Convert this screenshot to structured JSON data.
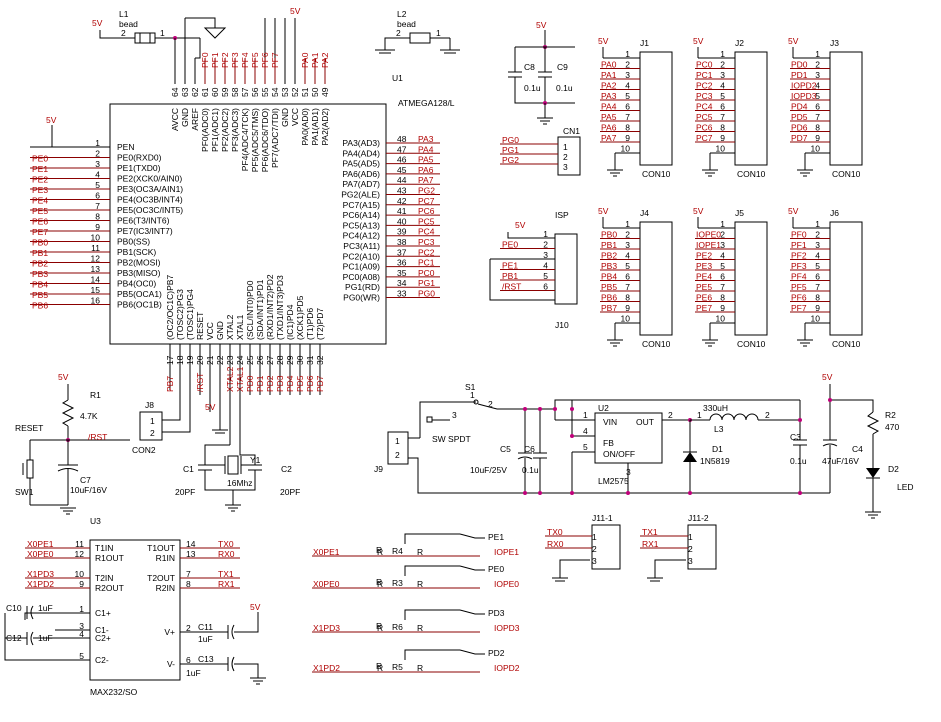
{
  "labels": {
    "v5": "5V",
    "gnd_hint": "",
    "l1_ref": "L1",
    "l1_val": "bead",
    "l2_ref": "L2",
    "l2_val": "bead",
    "u1_ref": "U1",
    "u1_name": "ATMEGA128/L",
    "c8": "C8",
    "c9": "C9",
    "c8_val": "0.1u",
    "c9_val": "0.1u",
    "j1": "J1",
    "j2": "J2",
    "j3": "J3",
    "j4": "J4",
    "j5": "J5",
    "j6": "J6",
    "con10": "CON10",
    "cn1": "CN1",
    "isp": "ISP",
    "j10": "J10",
    "reset": "RESET",
    "r1": "R1",
    "r1_val": "4.7K",
    "rst_net": "/RST",
    "c7": "C7",
    "c7_val": "10uF/16V",
    "sw1": "SW1",
    "j8": "J8",
    "con2": "CON2",
    "c1": "C1",
    "c2": "C2",
    "c1_val": "20PF",
    "c2_val": "20PF",
    "y1": "Y1",
    "y1_val": "16Mhz",
    "s1": "S1",
    "sw_spdt": "SW SPDT",
    "j9": "J9",
    "u2": "U2",
    "u2_name": "LM2575",
    "l3": "L3",
    "l3_val": "330uH",
    "d1": "D1",
    "d1_val": "1N5819",
    "c5": "C5",
    "c5_val": "10uF/25V",
    "c6": "C6",
    "c6_val": "0.1u",
    "c3": "C3",
    "c3_val": "0.1u",
    "c4": "C4",
    "c4_val": "47uF/16V",
    "r2": "R2",
    "r2_val": "470",
    "d2": "D2",
    "led": "LED",
    "u2_vin": "VIN",
    "u2_out": "OUT",
    "u2_fb": "FB",
    "u2_onoff": "ON/OFF",
    "u3": "U3",
    "u3_name": "MAX232/SO",
    "c10": "C10",
    "c11": "C11",
    "c12": "C12",
    "c13": "C13",
    "c_1uf": "1uF",
    "j11_1": "J11-1",
    "j11_2": "J11-2",
    "r3": "R3",
    "r4": "R4",
    "r5": "R5",
    "r6": "R6",
    "r": "R"
  },
  "u1_top_pins": [
    {
      "num": "64",
      "name": "AVCC"
    },
    {
      "num": "63",
      "name": "GND"
    },
    {
      "num": "62",
      "name": "AREF"
    },
    {
      "num": "61",
      "name": "PF0(ADC0)",
      "net": "PF0"
    },
    {
      "num": "60",
      "name": "PF1(ADC1)",
      "net": "PF1"
    },
    {
      "num": "59",
      "name": "PF2(ADC2)",
      "net": "PF2"
    },
    {
      "num": "58",
      "name": "PF3(ADC3)",
      "net": "PF3"
    },
    {
      "num": "57",
      "name": "PF4(ADC4/TCK)",
      "net": "PF4"
    },
    {
      "num": "56",
      "name": "PF5(ADC5/TMS)",
      "net": "PF5"
    },
    {
      "num": "55",
      "name": "PF6(ADC6/TDO)",
      "net": "PF6"
    },
    {
      "num": "54",
      "name": "PF7(ADC7/TDI)",
      "net": "PF7"
    },
    {
      "num": "53",
      "name": "GND"
    },
    {
      "num": "52",
      "name": "VCC"
    },
    {
      "num": "51",
      "name": "PA0(AD0)",
      "net": "PA0"
    },
    {
      "num": "50",
      "name": "PA1(AD1)",
      "net": "PA1"
    },
    {
      "num": "49",
      "name": "PA2(AD2)",
      "net": "PA2"
    }
  ],
  "u1_left_pins": [
    {
      "num": "1",
      "name": "PEN",
      "net": ""
    },
    {
      "num": "2",
      "name": "PE0(RXD0)",
      "net": "PE0"
    },
    {
      "num": "3",
      "name": "PE1(TXD0)",
      "net": "PE1"
    },
    {
      "num": "4",
      "name": "PE2(XCK0/AIN0)",
      "net": "PE2"
    },
    {
      "num": "5",
      "name": "PE3(OC3A/AIN1)",
      "net": "PE3"
    },
    {
      "num": "6",
      "name": "PE4(OC3B/INT4)",
      "net": "PE4"
    },
    {
      "num": "7",
      "name": "PE5(OC3C/INT5)",
      "net": "PE5"
    },
    {
      "num": "8",
      "name": "PE6(T3/INT6)",
      "net": "PE6"
    },
    {
      "num": "9",
      "name": "PE7(IC3/INT7)",
      "net": "PE7"
    },
    {
      "num": "10",
      "name": "PB0(SS)",
      "net": "PB0"
    },
    {
      "num": "11",
      "name": "PB1(SCK)",
      "net": "PB1"
    },
    {
      "num": "12",
      "name": "PB2(MOSI)",
      "net": "PB2"
    },
    {
      "num": "13",
      "name": "PB3(MISO)",
      "net": "PB3"
    },
    {
      "num": "14",
      "name": "PB4(OC0)",
      "net": "PB4"
    },
    {
      "num": "15",
      "name": "PB5(OCA1)",
      "net": "PB5"
    },
    {
      "num": "16",
      "name": "PB6(OC1B)",
      "net": "PB6"
    }
  ],
  "u1_right_pins": [
    {
      "num": "48",
      "name": "PA3(AD3)",
      "net": "PA3"
    },
    {
      "num": "47",
      "name": "PA4(AD4)",
      "net": "PA4"
    },
    {
      "num": "46",
      "name": "PA5(AD5)",
      "net": "PA5"
    },
    {
      "num": "45",
      "name": "PA6(AD6)",
      "net": "PA6"
    },
    {
      "num": "44",
      "name": "PA7(AD7)",
      "net": "PA7"
    },
    {
      "num": "43",
      "name": "PG2(ALE)",
      "net": "PG2"
    },
    {
      "num": "42",
      "name": "PC7(A15)",
      "net": "PC7"
    },
    {
      "num": "41",
      "name": "PC6(A14)",
      "net": "PC6"
    },
    {
      "num": "40",
      "name": "PC5(A13)",
      "net": "PC5"
    },
    {
      "num": "39",
      "name": "PC4(A12)",
      "net": "PC4"
    },
    {
      "num": "38",
      "name": "PC3(A11)",
      "net": "PC3"
    },
    {
      "num": "37",
      "name": "PC2(A10)",
      "net": "PC2"
    },
    {
      "num": "36",
      "name": "PC1(A09)",
      "net": "PC1"
    },
    {
      "num": "35",
      "name": "PC0(A08)",
      "net": "PC0"
    },
    {
      "num": "34",
      "name": "PG1(RD)",
      "net": "PG1"
    },
    {
      "num": "33",
      "name": "PG0(WR)",
      "net": "PG0"
    }
  ],
  "u1_bottom_pins": [
    {
      "num": "17",
      "name": "(OC2/OC1C)PB7",
      "net": "PB7"
    },
    {
      "num": "18",
      "name": "(TOSC2)PG3",
      "net": ""
    },
    {
      "num": "19",
      "name": "(TOSC1)PG4",
      "net": ""
    },
    {
      "num": "20",
      "name": "RESET",
      "net": "/RST"
    },
    {
      "num": "21",
      "name": "VCC",
      "net": ""
    },
    {
      "num": "22",
      "name": "GND",
      "net": ""
    },
    {
      "num": "23",
      "name": "XTAL2",
      "net": "XTAL2"
    },
    {
      "num": "24",
      "name": "XTAL1",
      "net": "XTAL1"
    },
    {
      "num": "25",
      "name": "(SCL/INT0)PD0",
      "net": "PD0"
    },
    {
      "num": "26",
      "name": "(SDA/INT1)PD1",
      "net": "PD1"
    },
    {
      "num": "27",
      "name": "(RXD1/INT2)PD2",
      "net": "PD2"
    },
    {
      "num": "28",
      "name": "(TXD1/INT3)PD3",
      "net": "PD3"
    },
    {
      "num": "29",
      "name": "(IC1)PD4",
      "net": "PD4"
    },
    {
      "num": "30",
      "name": "(XCK1)PD5",
      "net": "PD5"
    },
    {
      "num": "31",
      "name": "(T1)PD6",
      "net": "PD6"
    },
    {
      "num": "32",
      "name": "(T2)PD7",
      "net": "PD7"
    }
  ],
  "headers": [
    {
      "ref": "J1",
      "nets": [
        "PA0",
        "PA1",
        "PA2",
        "PA3",
        "PA4",
        "PA5",
        "PA6",
        "PA7"
      ]
    },
    {
      "ref": "J2",
      "nets": [
        "PC0",
        "PC1",
        "PC2",
        "PC3",
        "PC4",
        "PC5",
        "PC6",
        "PC7"
      ]
    },
    {
      "ref": "J3",
      "nets": [
        "PD0",
        "PD1",
        "IOPD2",
        "IOPD3",
        "PD4",
        "PD5",
        "PD6",
        "PD7"
      ]
    },
    {
      "ref": "J4",
      "nets": [
        "PB0",
        "PB1",
        "PB2",
        "PB3",
        "PB4",
        "PB5",
        "PB6",
        "PB7"
      ]
    },
    {
      "ref": "J5",
      "nets": [
        "IOPE0",
        "IOPE1",
        "PE2",
        "PE3",
        "PE4",
        "PE5",
        "PE6",
        "PE7"
      ]
    },
    {
      "ref": "J6",
      "nets": [
        "PF0",
        "PF1",
        "PF2",
        "PF3",
        "PF4",
        "PF5",
        "PF6",
        "PF7"
      ]
    }
  ],
  "header_pins": [
    "1",
    "2",
    "3",
    "4",
    "5",
    "6",
    "7",
    "8",
    "9",
    "10"
  ],
  "cn1_nets": [
    "PG0",
    "PG1",
    "PG2"
  ],
  "isp_rows": [
    {
      "num": "1",
      "net": ""
    },
    {
      "num": "2",
      "net": "PE0"
    },
    {
      "num": "3",
      "net": ""
    },
    {
      "num": "4",
      "net": "PE1"
    },
    {
      "num": "5",
      "net": "PB1"
    },
    {
      "num": "6",
      "net": "/RST"
    }
  ],
  "max232_left": [
    {
      "num": "11",
      "name": "T1IN",
      "net": "X0PE1"
    },
    {
      "num": "12",
      "name": "R1OUT",
      "net": "X0PE0"
    },
    {
      "num": "10",
      "name": "T2IN",
      "net": "X1PD3"
    },
    {
      "num": "9",
      "name": "R2OUT",
      "net": "X1PD2"
    },
    {
      "num": "1",
      "name": "C1+"
    },
    {
      "num": "3",
      "name": "C1-"
    },
    {
      "num": "4",
      "name": "C2+"
    },
    {
      "num": "5",
      "name": "C2-"
    }
  ],
  "max232_right": [
    {
      "num": "14",
      "name": "T1OUT",
      "net": "TX0"
    },
    {
      "num": "13",
      "name": "R1IN",
      "net": "RX0"
    },
    {
      "num": "7",
      "name": "T2OUT",
      "net": "TX1"
    },
    {
      "num": "8",
      "name": "R2IN",
      "net": "RX1"
    },
    {
      "num": "2",
      "name": "V+"
    },
    {
      "num": "6",
      "name": "V-"
    }
  ],
  "jumpers": [
    {
      "ref": "R4",
      "left": "X0PE1",
      "mid": "PE1",
      "right": "IOPE1"
    },
    {
      "ref": "R3",
      "left": "X0PE0",
      "mid": "PE0",
      "right": "IOPE0"
    },
    {
      "ref": "R6",
      "left": "X1PD3",
      "mid": "PD3",
      "right": "IOPD3"
    },
    {
      "ref": "R5",
      "left": "X1PD2",
      "mid": "PD2",
      "right": "IOPD2"
    }
  ],
  "j11_1_nets": [
    "TX0",
    "RX0"
  ],
  "j11_2_nets": [
    "TX1",
    "RX1"
  ],
  "colors": {
    "wire": "#000000",
    "net": "#8b0000",
    "junction": "#c0007a"
  }
}
